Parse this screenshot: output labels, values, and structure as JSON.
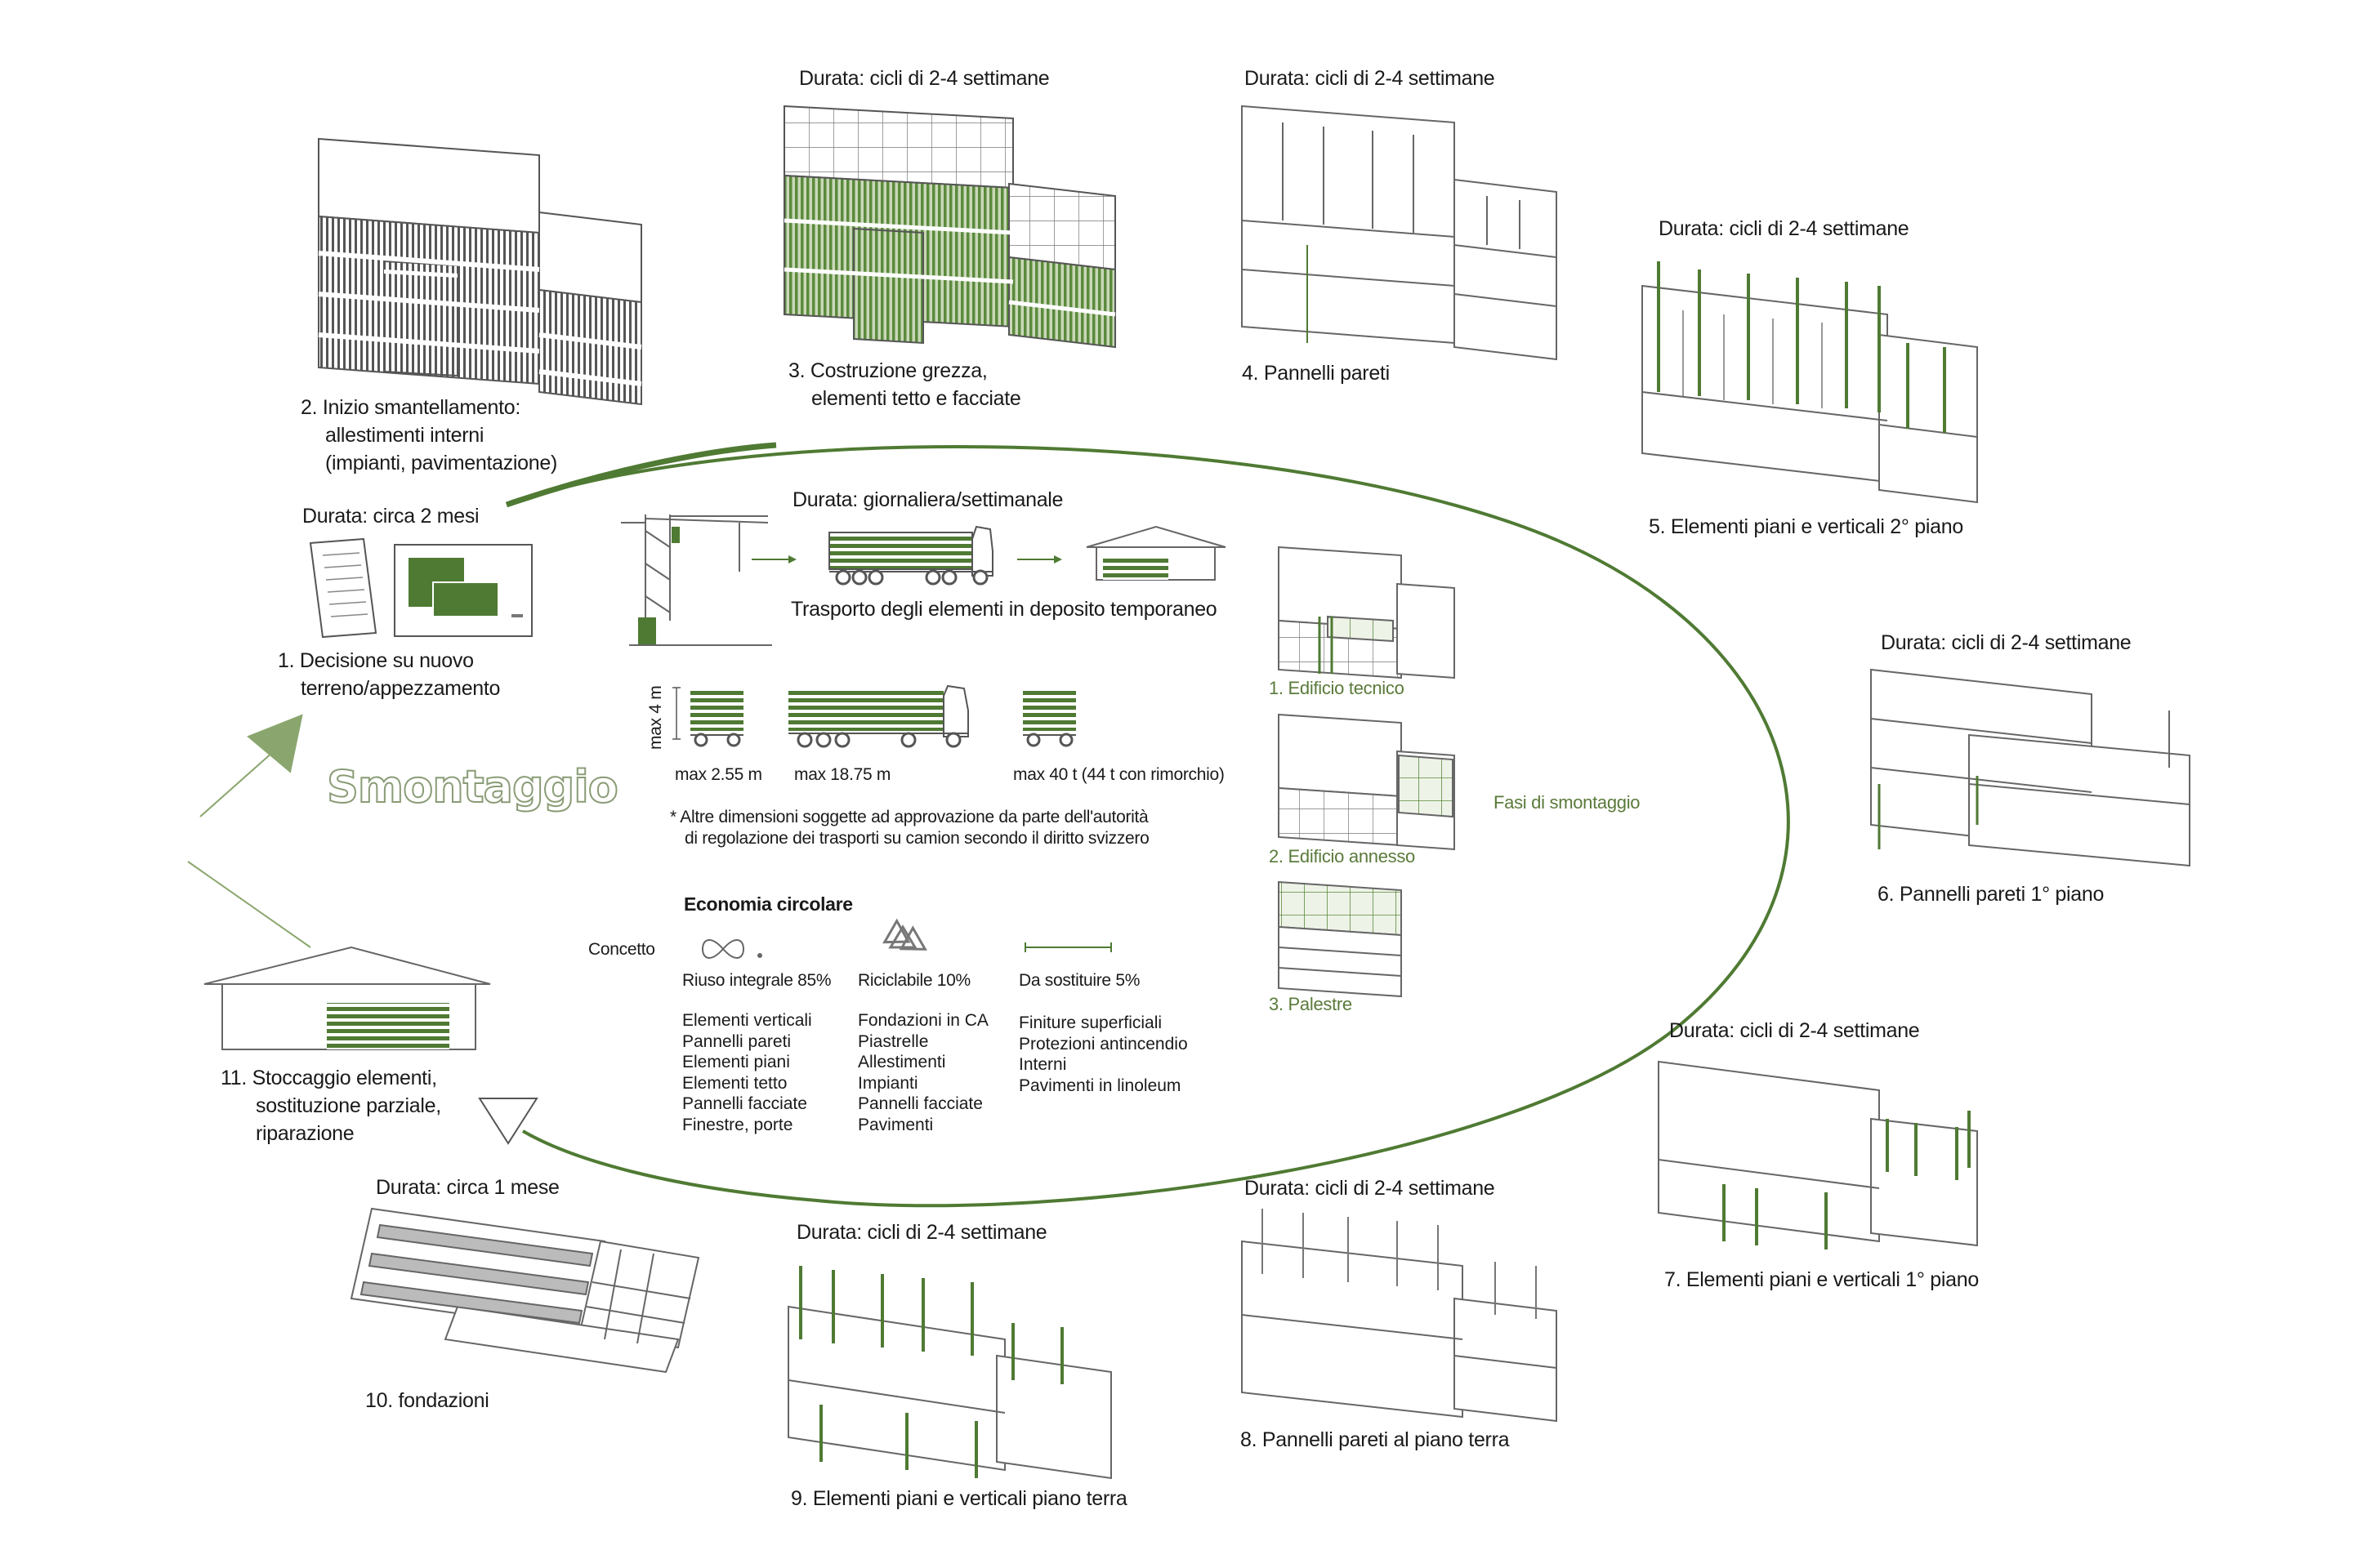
{
  "title": "Smontaggio",
  "colors": {
    "accent": "#4f7a33",
    "accent_light": "#8aa66e",
    "line": "#555555"
  },
  "steps": [
    {
      "id": 1,
      "label": [
        "1. Decisione su nuovo",
        "terreno/appezzamento"
      ],
      "duration": "Durata: circa 2 mesi"
    },
    {
      "id": 2,
      "label": [
        "2. Inizio smantellamento:",
        "allestimenti interni",
        "(impianti, pavimentazione)"
      ]
    },
    {
      "id": 3,
      "label": [
        "3. Costruzione grezza,",
        "elementi tetto e facciate"
      ],
      "duration": "Durata: cicli di 2-4 settimane"
    },
    {
      "id": 4,
      "label": [
        "4. Pannelli pareti"
      ],
      "duration": "Durata: cicli di 2-4 settimane"
    },
    {
      "id": 5,
      "label": [
        "5. Elementi piani e verticali 2° piano"
      ],
      "duration": "Durata: cicli di 2-4 settimane"
    },
    {
      "id": 6,
      "label": [
        "6.  Pannelli pareti 1° piano"
      ],
      "duration": "Durata: cicli di 2-4 settimane"
    },
    {
      "id": 7,
      "label": [
        "7. Elementi piani e verticali 1° piano"
      ],
      "duration": "Durata: cicli di 2-4 settimane"
    },
    {
      "id": 8,
      "label": [
        "8. Pannelli pareti al piano terra"
      ],
      "duration": "Durata: cicli di 2-4 settimane"
    },
    {
      "id": 9,
      "label": [
        "9. Elementi piani e verticali piano terra"
      ],
      "duration": "Durata: cicli di 2-4 settimane"
    },
    {
      "id": 10,
      "label": [
        "10. fondazioni"
      ],
      "duration": "Durata: circa 1 mese"
    },
    {
      "id": 11,
      "label": [
        "11. Stoccaggio elementi,",
        "sostituzione parziale,",
        "riparazione"
      ]
    }
  ],
  "transport": {
    "duration": "Durata: giornaliera/settimanale",
    "caption": "Trasporto degli elementi in deposito temporaneo",
    "max_height": "max 4 m",
    "max_width": "max 2.55 m",
    "max_length": "max 18.75 m",
    "max_weight": "max 40 t (44 t con rimorchio)",
    "note": [
      "* Altre dimensioni soggette ad approvazione da parte dell'autorità",
      "di regolazione dei trasporti su camion secondo il diritto svizzero"
    ]
  },
  "phases": {
    "title": "Fasi di smontaggio",
    "items": [
      "1. Edificio tecnico",
      "2. Edificio annesso",
      "3. Palestre"
    ]
  },
  "circular": {
    "title": "Economia circolare",
    "concept_label": "Concetto",
    "columns": [
      {
        "icon": "infinity-icon",
        "heading": "Riuso integrale 85%",
        "items": [
          "Elementi verticali",
          "Pannelli pareti",
          "Elementi piani",
          "Elementi tetto",
          "Pannelli facciate",
          "Finestre, porte"
        ]
      },
      {
        "icon": "recycle-icon",
        "heading": "Riciclabile 10%",
        "items": [
          "Fondazioni in CA",
          "Piastrelle",
          "Allestimenti",
          "Impianti",
          "Pannelli facciate",
          "Pavimenti"
        ]
      },
      {
        "icon": "replace-line-icon",
        "heading": "Da sostituire 5%",
        "items": [
          "Finiture superficiali",
          "Protezioni antincendio",
          "Interni",
          "Pavimenti in linoleum"
        ]
      }
    ]
  }
}
